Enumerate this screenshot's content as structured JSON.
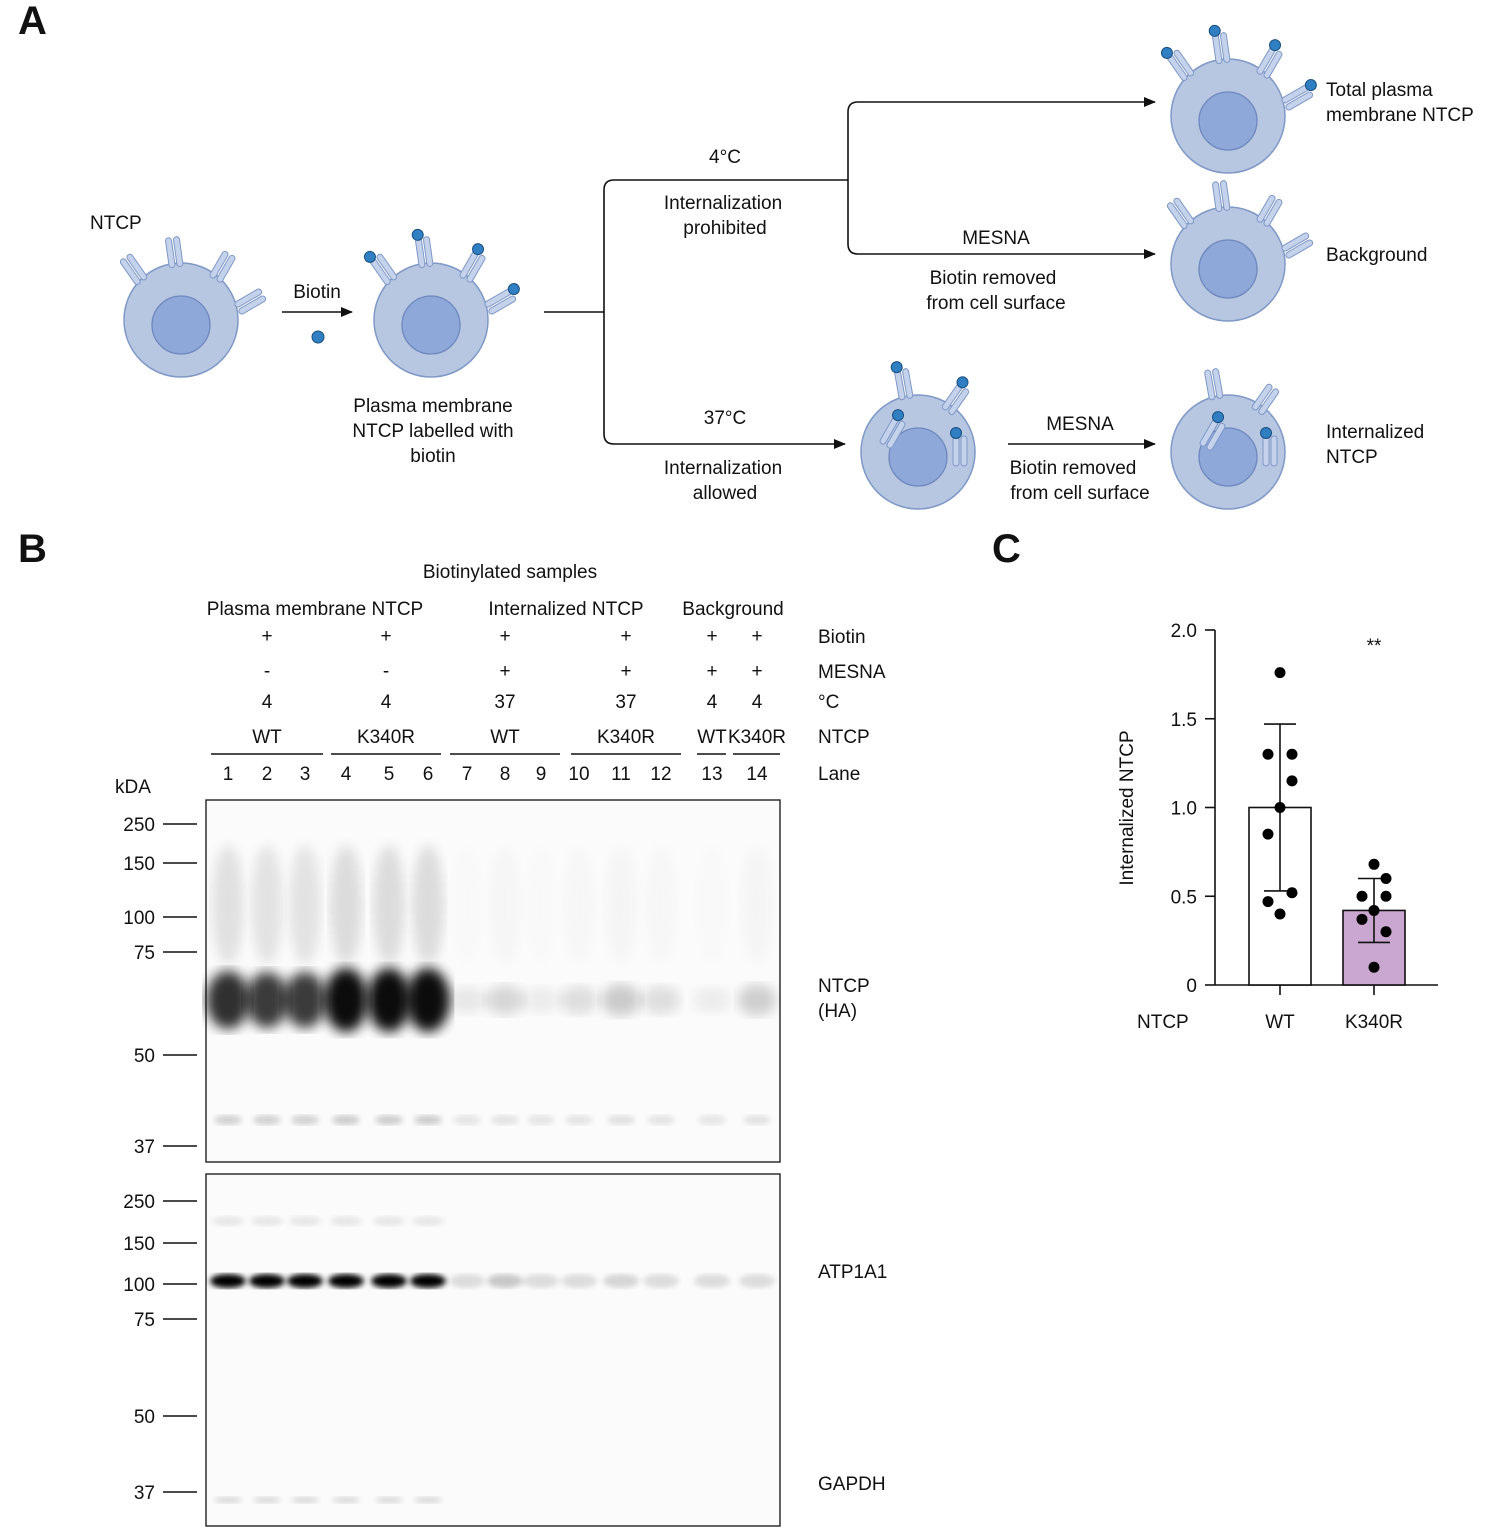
{
  "panel_a": {
    "letter": "A",
    "ntcp_label": "NTCP",
    "biotin_label": "Biotin",
    "labelled_caption": [
      "Plasma membrane",
      "NTCP labelled with",
      "biotin"
    ],
    "temp_4": "4°C",
    "internalization_prohibited": [
      "Internalization",
      "prohibited"
    ],
    "mesna_top": "MESNA",
    "biotin_removed_top": [
      "Biotin removed",
      "from cell surface"
    ],
    "temp_37": "37°C",
    "internalization_allowed": [
      "Internalization",
      "allowed"
    ],
    "mesna_bottom": "MESNA",
    "biotin_removed_bottom": [
      "Biotin removed",
      "from cell surface"
    ],
    "result_total": [
      "Total plasma",
      "membrane NTCP"
    ],
    "result_background": "Background",
    "result_internalized": [
      "Internalized",
      "NTCP"
    ],
    "colors": {
      "cell": "#b7c7e2",
      "cell_edge": "#7f98c6",
      "nucleus": "#8ea8da",
      "receptor": "#c4d2ec",
      "biotin": "#2f7fc2"
    }
  },
  "panel_b": {
    "letter": "B",
    "biotinylated_title": "Biotinylated samples",
    "group_headers": [
      "Plasma membrane NTCP",
      "Internalized NTCP",
      "Background"
    ],
    "row_labels": [
      "Biotin",
      "MESNA",
      "°C",
      "NTCP",
      "Lane"
    ],
    "biotin_row": [
      "+",
      "+",
      "+",
      "+",
      "+",
      "+"
    ],
    "mesna_row": [
      "-",
      "-",
      "+",
      "+",
      "+",
      "+"
    ],
    "temp_row": [
      "4",
      "4",
      "37",
      "37",
      "4",
      "4"
    ],
    "ntcp_row": [
      "WT",
      "K340R",
      "WT",
      "K340R",
      "WT",
      "K340R"
    ],
    "lanes": [
      "1",
      "2",
      "3",
      "4",
      "5",
      "6",
      "7",
      "8",
      "9",
      "10",
      "11",
      "12",
      "13",
      "14"
    ],
    "kda_label": "kDA",
    "markers_top": [
      "250",
      "150",
      "100",
      "75",
      "50",
      "37"
    ],
    "markers_bottom": [
      "250",
      "150",
      "100",
      "75",
      "50",
      "37"
    ],
    "blot_labels": {
      "ntcp": [
        "NTCP",
        "(HA)"
      ],
      "atp1a1": "ATP1A1",
      "gapdh": "GAPDH"
    },
    "ntcp_band_intensity": [
      0.85,
      0.8,
      0.8,
      1.0,
      1.0,
      1.0,
      0.08,
      0.15,
      0.06,
      0.12,
      0.2,
      0.12,
      0.06,
      0.18
    ],
    "atp_band_intensity": [
      1.0,
      1.0,
      1.0,
      1.0,
      1.0,
      1.0,
      0.05,
      0.2,
      0.08,
      0.08,
      0.15,
      0.08,
      0.08,
      0.12
    ]
  },
  "panel_c": {
    "letter": "C",
    "chart_data": {
      "type": "bar",
      "categories": [
        "WT",
        "K340R"
      ],
      "values": [
        1.0,
        0.42
      ],
      "error": [
        0.47,
        0.18
      ],
      "points": [
        [
          1.76,
          1.3,
          1.3,
          1.15,
          1.0,
          0.85,
          0.52,
          0.47,
          0.4
        ],
        [
          0.68,
          0.6,
          0.5,
          0.5,
          0.42,
          0.37,
          0.3,
          0.1
        ]
      ],
      "ylabel": "Internalized NTCP",
      "xlabel": "NTCP",
      "ylim": [
        0,
        2.0
      ],
      "yticks": [
        "0",
        "0.5",
        "1.0",
        "1.5",
        "2.0"
      ],
      "significance": "**",
      "bar_colors": [
        "#ffffff",
        "#c9a7d1"
      ]
    }
  }
}
